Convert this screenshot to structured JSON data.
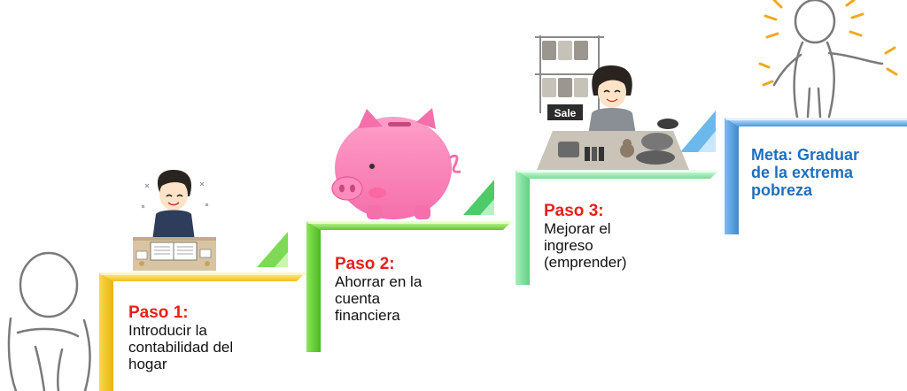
{
  "steps": [
    {
      "title": "Paso 1:",
      "desc": "Introducir la\ncontabilidad del\nhogar",
      "color": "#f2c81b"
    },
    {
      "title": "Paso 2:",
      "desc": "Ahorrar en la\ncuenta\nfinanciera",
      "color": "#6fd43b"
    },
    {
      "title": "Paso 3:",
      "desc": "Mejorar el\ningreso\n(emprender)",
      "color": "#8ee6a6"
    }
  ],
  "goal": {
    "title": "Meta: Graduar\nde la extrema\npobreza",
    "color": "#5aa5e0"
  },
  "illustrations": {
    "sale_sign": "Sale"
  },
  "colors": {
    "title_red": "#e8201a",
    "goal_blue": "#1f6fbf"
  }
}
